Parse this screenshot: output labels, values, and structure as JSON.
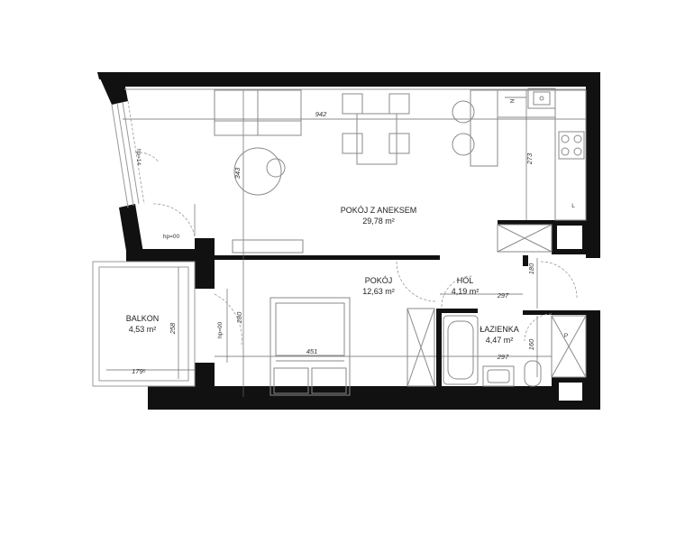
{
  "rooms": {
    "pokoj_z_aneksem": {
      "name": "POKÓJ Z ANEKSEM",
      "area": "29,78 m²"
    },
    "pokoj": {
      "name": "POKÓJ",
      "area": "12,63 m²"
    },
    "hol": {
      "name": "HOL",
      "area": "4,19 m²"
    },
    "lazienka": {
      "name": "ŁAZIENKA",
      "area": "4,47 m²"
    },
    "balkon": {
      "name": "BALKON",
      "area": "4,53 m²"
    }
  },
  "dimensions": {
    "d942": "942",
    "d343": "343",
    "d273": "273",
    "d180a": "180",
    "d297a": "297",
    "d297b": "297",
    "d160": "160",
    "d451": "451",
    "d280": "280",
    "d258": "258",
    "d179": "179⁵"
  },
  "labels": {
    "hp1": "hp=00",
    "hp2": "hp=00",
    "hp3": "hp=14",
    "n": "N",
    "l": "L",
    "p": "P"
  }
}
